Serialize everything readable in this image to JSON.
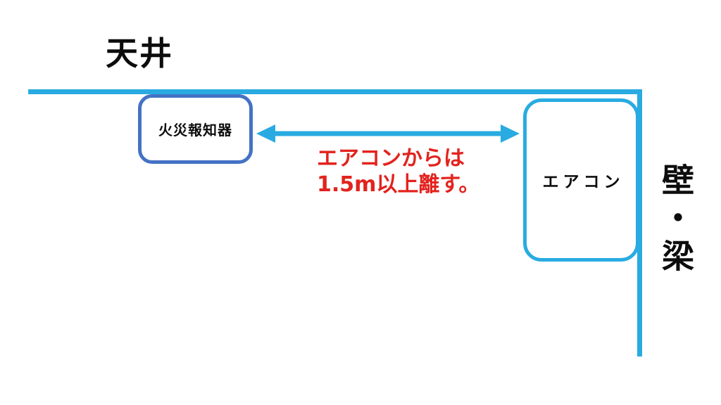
{
  "diagram": {
    "title": "天井",
    "fire_alarm_label": "火災報知器",
    "aircon_label": "エアコン",
    "distance_note_line1": "エアコンからは",
    "distance_note_line2": "1.5m以上離す。",
    "wall_beam_label": "壁・梁"
  },
  "colors": {
    "line_cyan": "#29ABE2",
    "fire_alarm_border": "#4472C4",
    "note_red": "#E2231E",
    "text_black": "#0D0D0D",
    "background": "#FFFFFF"
  }
}
